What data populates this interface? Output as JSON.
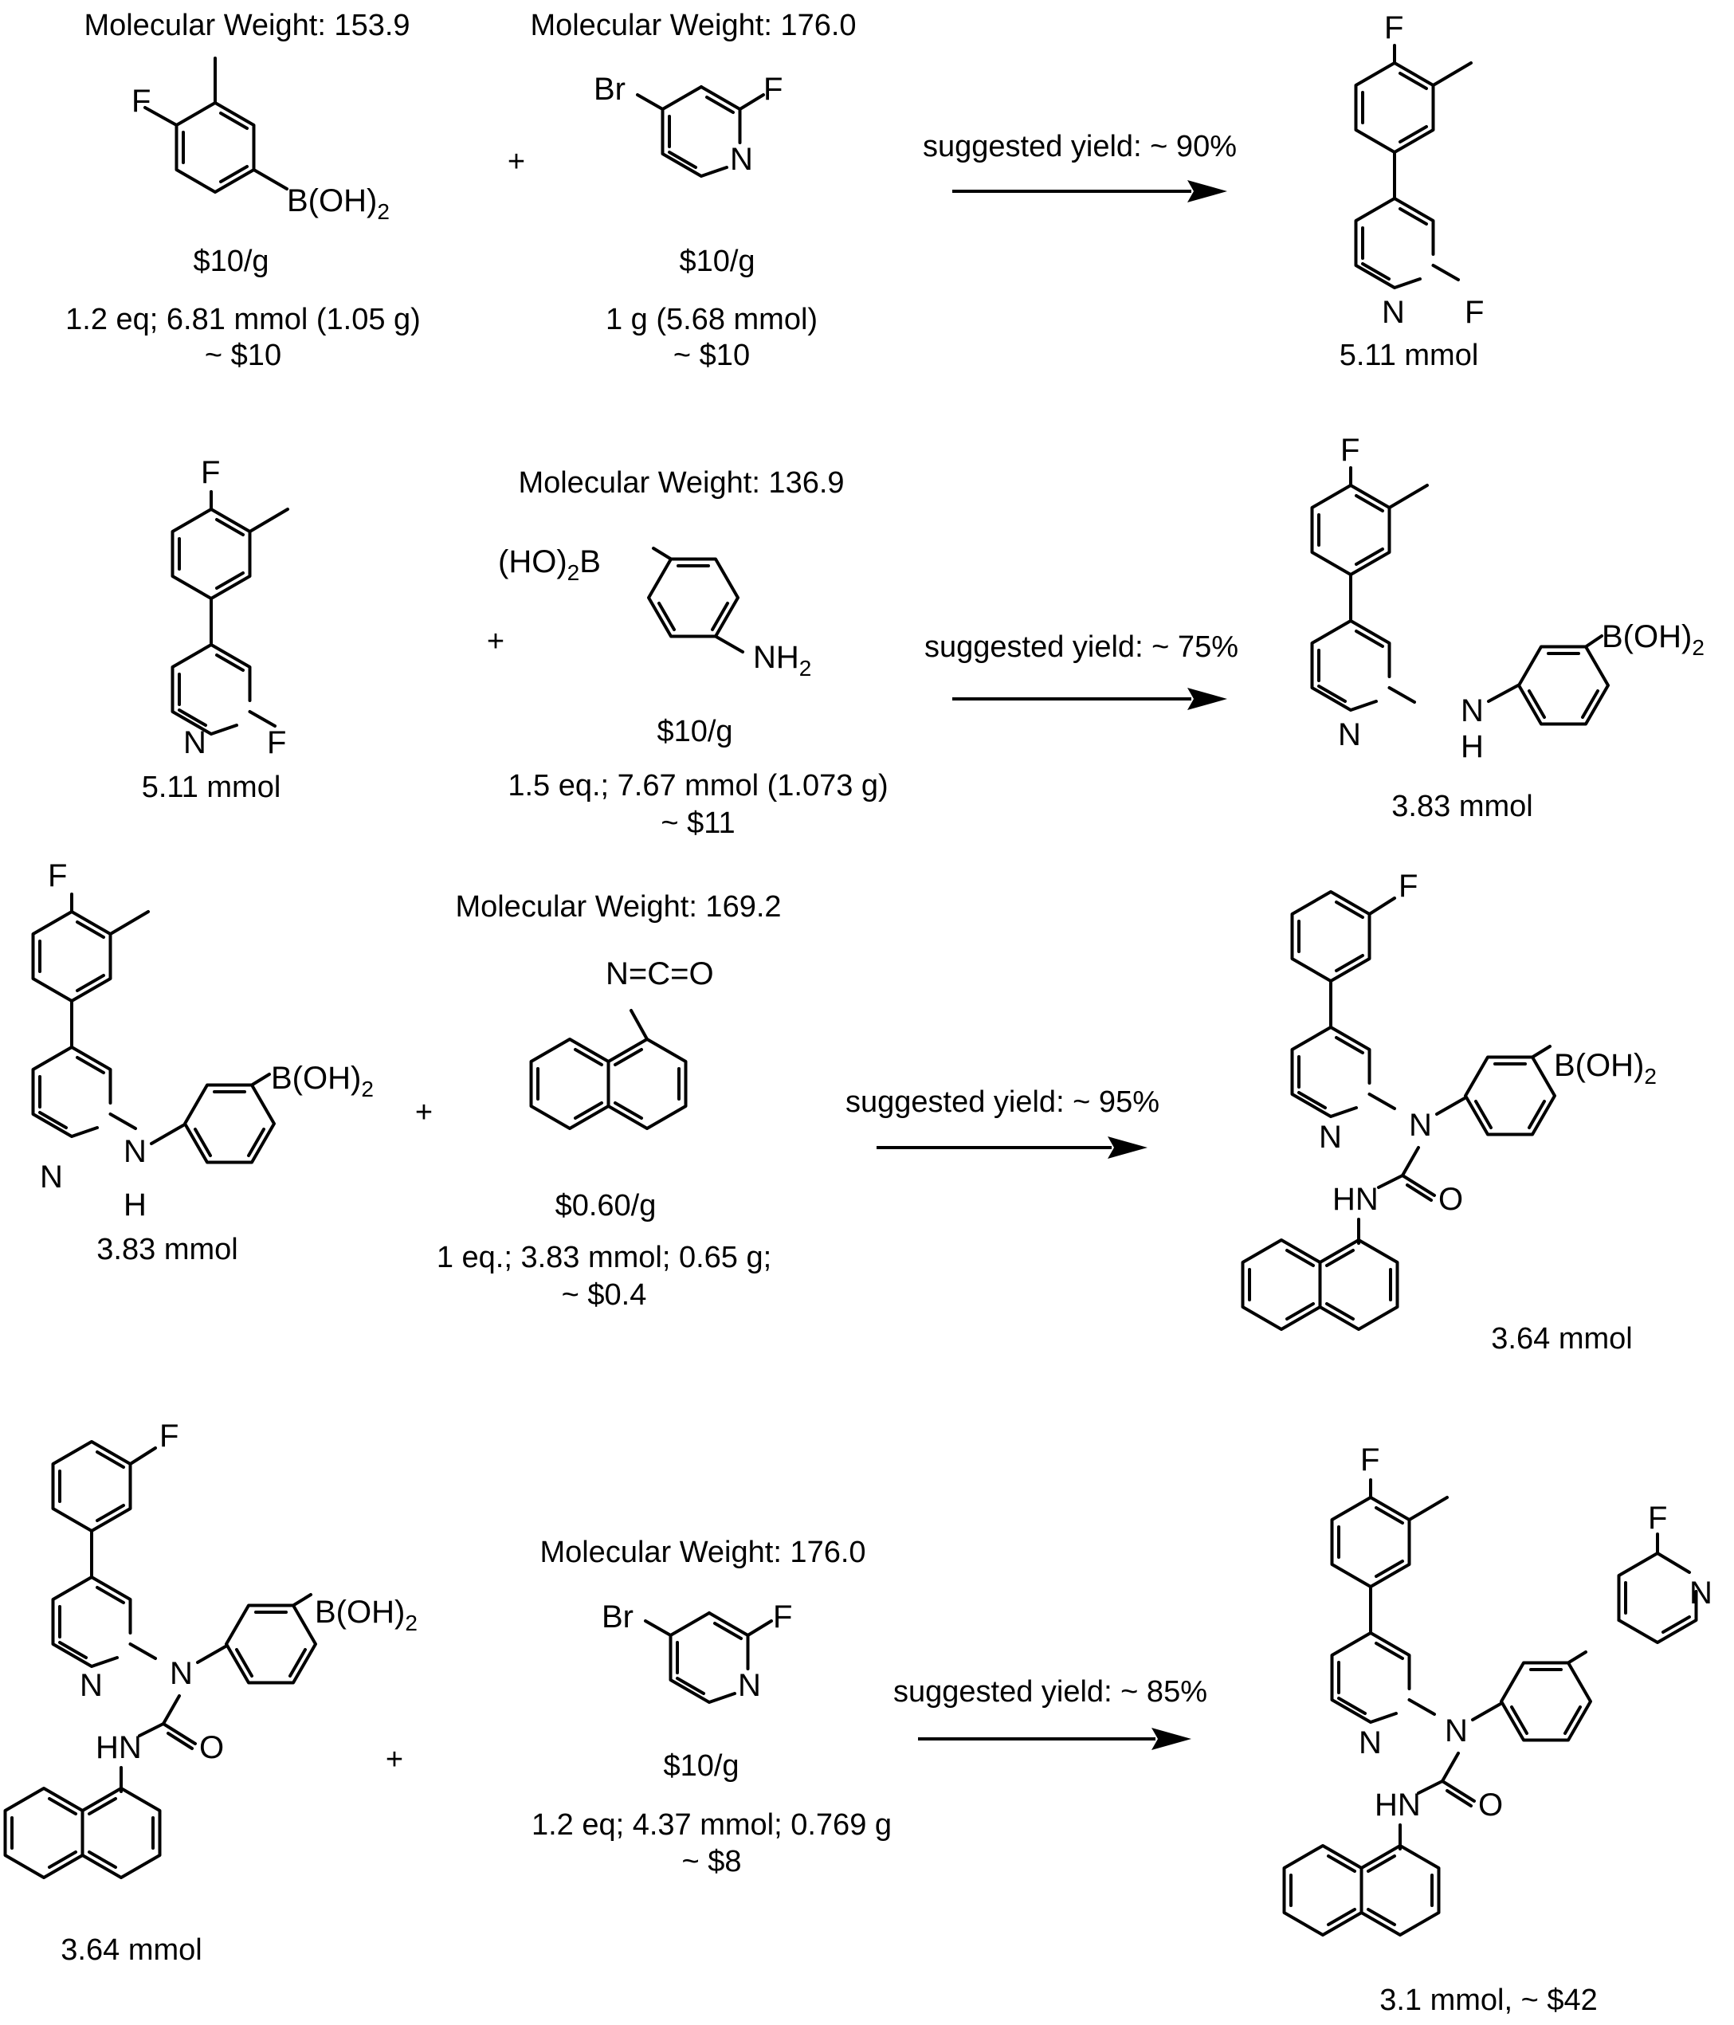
{
  "mol": {
    "mw_153": "Molecular Weight: 153.9",
    "mw_176": "Molecular Weight: 176.0",
    "mw_136": "Molecular Weight: 136.9",
    "mw_169": "Molecular Weight: 169.2",
    "mw_176b": "Molecular Weight: 176.0"
  },
  "atoms": {
    "F": "F",
    "N": "N",
    "H": "H",
    "Br": "Br",
    "O": "O",
    "HN": "HN",
    "NCO": "N=C=O",
    "BOH2": "B(OH)",
    "HO2B_a": "(HO)",
    "HO2B_b": "B",
    "NH": "NH",
    "two": "2"
  },
  "step1": {
    "r1_price": "$10/g",
    "r1_amount": "1.2 eq; 6.81 mmol (1.05 g)",
    "r1_cost": "~ $10",
    "plus": "+",
    "r2_price": "$10/g",
    "r2_amount": "1 g (5.68 mmol)",
    "r2_cost": "~ $10",
    "yield": "suggested yield: ~ 90%",
    "product": "5.11 mmol"
  },
  "step2": {
    "r1_amount": "5.11 mmol",
    "plus": "+",
    "r2_price": "$10/g",
    "r2_amount": "1.5 eq.; 7.67 mmol (1.073 g)",
    "r2_cost": "~ $11",
    "yield": "suggested yield: ~ 75%",
    "product": "3.83 mmol"
  },
  "step3": {
    "r1_amount": "3.83 mmol",
    "plus": "+",
    "r2_price": "$0.60/g",
    "r2_amount": "1 eq.; 3.83 mmol; 0.65 g;",
    "r2_cost": "~ $0.4",
    "yield": "suggested yield: ~ 95%",
    "product": "3.64 mmol"
  },
  "step4": {
    "r1_amount": "3.64 mmol",
    "plus": "+",
    "r2_price": "$10/g",
    "r2_amount": "1.2 eq; 4.37 mmol; 0.769 g",
    "r2_cost": "~ $8",
    "yield": "suggested yield: ~ 85%",
    "product": "3.1 mmol, ~ $42"
  }
}
